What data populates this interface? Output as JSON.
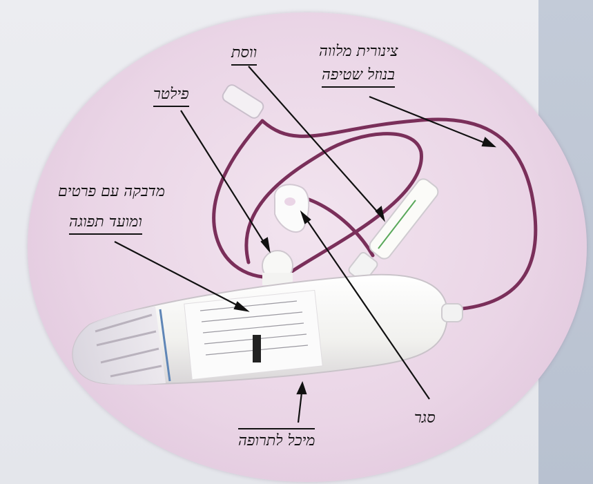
{
  "labels": {
    "tubing": [
      "צינורית מלווה",
      "בנוזל שטיפה"
    ],
    "clamp": "ווסת",
    "filter": "פילטר",
    "pump": [
      "מדבקה עם פרטים",
      "ומועד תפוגה"
    ],
    "valve": "סגר",
    "reservoir": "מיכל לתרופה"
  },
  "colors": {
    "tube": "#7a2f5a",
    "device": "#f6f6f4",
    "disc": "#ead5e6"
  }
}
